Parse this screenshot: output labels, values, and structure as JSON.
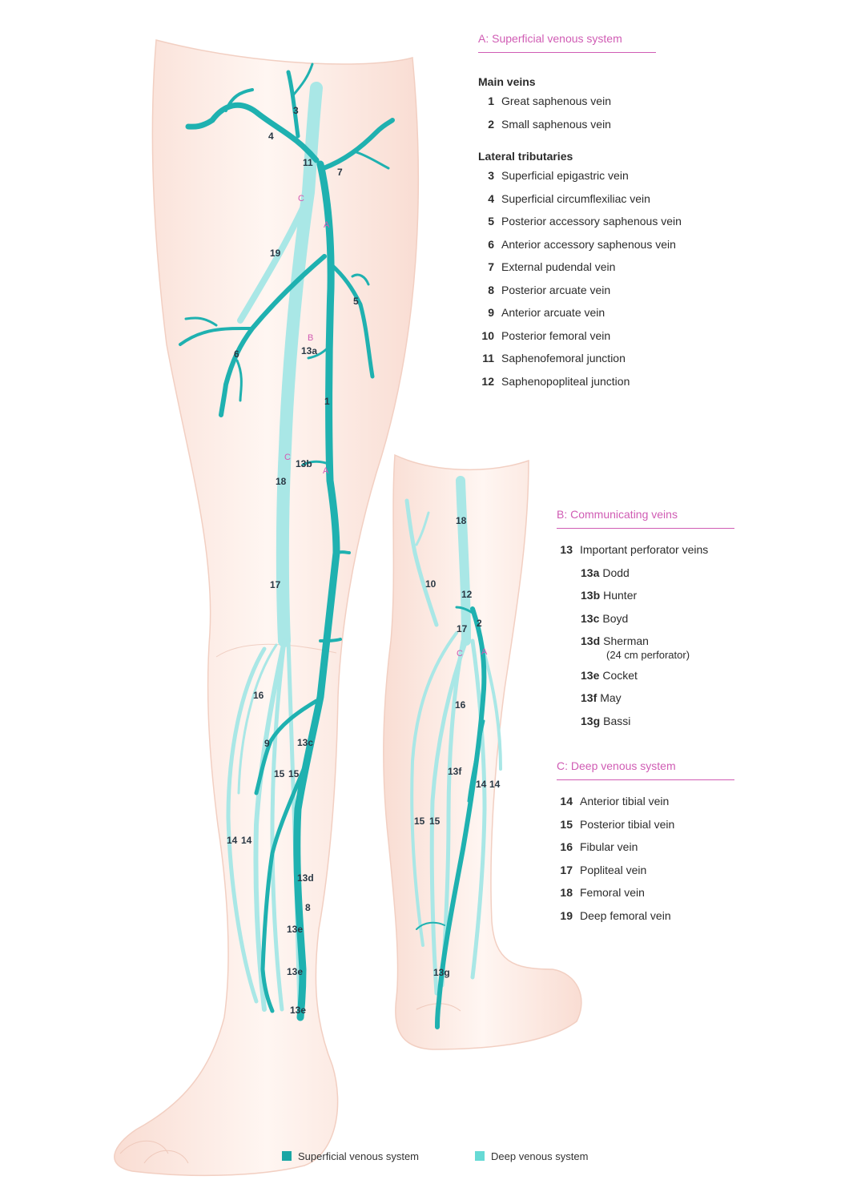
{
  "colors": {
    "superficial": "#1aa6a4",
    "deep": "#66dad5",
    "accent": "#d05cb4",
    "skin": "#fdeee7"
  },
  "sections": [
    {
      "title": "A: Superficial venous system",
      "groups": [
        {
          "heading": "Main veins",
          "items": [
            {
              "num": "1",
              "label": "Great saphenous vein"
            },
            {
              "num": "2",
              "label": "Small saphenous vein"
            }
          ]
        },
        {
          "heading": "Lateral tributaries",
          "items": [
            {
              "num": "3",
              "label": "Superficial epigastric vein"
            },
            {
              "num": "4",
              "label": "Superficial circumflexiliac vein"
            },
            {
              "num": "5",
              "label": "Posterior accessory saphenous vein"
            },
            {
              "num": "6",
              "label": "Anterior accessory saphenous vein"
            },
            {
              "num": "7",
              "label": "External pudendal vein"
            },
            {
              "num": "8",
              "label": "Posterior arcuate vein"
            },
            {
              "num": "9",
              "label": "Anterior arcuate vein"
            },
            {
              "num": "10",
              "label": "Posterior femoral vein"
            },
            {
              "num": "11",
              "label": "Saphenofemoral junction"
            },
            {
              "num": "12",
              "label": "Saphenopopliteal junction"
            }
          ]
        }
      ]
    },
    {
      "title": "B: Communicating veins",
      "main": {
        "num": "13",
        "label": "Important perforator veins"
      },
      "subs": [
        {
          "id": "13a",
          "label": "Dodd"
        },
        {
          "id": "13b",
          "label": "Hunter"
        },
        {
          "id": "13c",
          "label": "Boyd"
        },
        {
          "id": "13d",
          "label": "Sherman"
        },
        {
          "id": "13e",
          "label": "Cocket"
        },
        {
          "id": "13f",
          "label": "May"
        },
        {
          "id": "13g",
          "label": "Bassi"
        }
      ],
      "note": "(24 cm perforator)"
    },
    {
      "title": "C: Deep venous system",
      "items": [
        {
          "num": "14",
          "label": "Anterior tibial vein"
        },
        {
          "num": "15",
          "label": "Posterior tibial vein"
        },
        {
          "num": "16",
          "label": "Fibular vein"
        },
        {
          "num": "17",
          "label": "Popliteal vein"
        },
        {
          "num": "18",
          "label": "Femoral vein"
        },
        {
          "num": "19",
          "label": "Deep femoral vein"
        }
      ]
    }
  ],
  "legend": {
    "superficial": "Superficial venous system",
    "deep": "Deep venous system"
  },
  "figure": {
    "front": {
      "labels": [
        "3",
        "4",
        "11",
        "7",
        "C",
        "A",
        "19",
        "5",
        "B",
        "13a",
        "6",
        "1",
        "C",
        "13b",
        "A",
        "18",
        "17",
        "16",
        "9",
        "13c",
        "15",
        "15",
        "14",
        "14",
        "13d",
        "8",
        "13e",
        "13e",
        "13e"
      ]
    },
    "back": {
      "labels": [
        "18",
        "10",
        "12",
        "2",
        "17",
        "C",
        "A",
        "16",
        "13f",
        "14",
        "14",
        "15",
        "15",
        "13g"
      ]
    }
  }
}
